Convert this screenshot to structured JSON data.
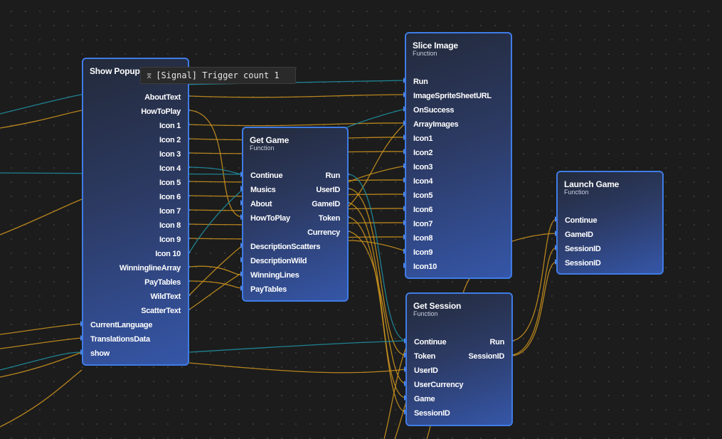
{
  "tooltip": {
    "icon": "pin-icon",
    "glyph": "⌆",
    "text": "[Signal] Trigger count 1"
  },
  "colors": {
    "node_border": "#3f7ce6",
    "port": "#4a85ee",
    "wire_orange": "#c8901e",
    "wire_teal": "#1f8ea0",
    "background": "#1c1c1c"
  },
  "nodes": {
    "show_popup": {
      "title": "Show Popup",
      "outputs": [
        "AboutText",
        "HowToPlay",
        "Icon 1",
        "Icon 2",
        "Icon 3",
        "Icon 4",
        "Icon 5",
        "Icon 6",
        "Icon 7",
        "Icon 8",
        "Icon 9",
        "Icon 10",
        "WinninglineArray",
        "PayTables",
        "WildText",
        "ScatterText"
      ],
      "inputs": [
        "CurrentLanguage",
        "TranslationsData",
        "show"
      ]
    },
    "get_game": {
      "title": "Get Game",
      "subtitle": "Function",
      "inputs": [
        "Continue",
        "Musics",
        "About",
        "HowToPlay",
        "",
        "DescriptionScatters",
        "DescriptionWild",
        "WinningLines",
        "PayTables"
      ],
      "outputs": [
        "Run",
        "UserID",
        "GameID",
        "Token",
        "Currency"
      ]
    },
    "slice_image": {
      "title": "Slice Image",
      "subtitle": "Function",
      "inputs": [
        "Run",
        "ImageSpriteSheetURL",
        "OnSuccess",
        "ArrayImages",
        "Icon1",
        "Icon2",
        "Icon3",
        "Icon4",
        "Icon5",
        "Icon6",
        "Icon7",
        "Icon8",
        "Icon9",
        "Icon10"
      ]
    },
    "launch_game": {
      "title": "Launch Game",
      "subtitle": "Function",
      "inputs": [
        "Continue",
        "GameID",
        "SessionID",
        "SessionID"
      ]
    },
    "get_session": {
      "title": "Get Session",
      "subtitle": "Function",
      "inputs": [
        "Continue",
        "Token",
        "UserID",
        "UserCurrency",
        "Game",
        "SessionID"
      ],
      "outputs": [
        "Run",
        "SessionID"
      ]
    }
  }
}
